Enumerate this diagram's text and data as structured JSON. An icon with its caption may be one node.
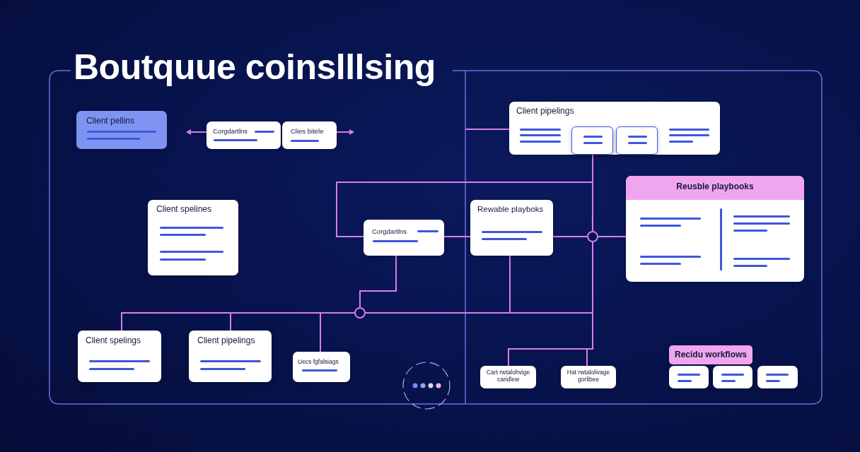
{
  "diagram": {
    "title": "Boutquue coinslllsing",
    "nodes": [
      {
        "text": [
          "Client pellins"
        ]
      },
      {
        "text": [
          "Corgdartlns"
        ]
      },
      {
        "text": [
          "Clies bitele"
        ]
      },
      {
        "text": [
          "Client spelines"
        ]
      },
      {
        "text": [
          "Corgdartlns"
        ]
      },
      {
        "text": [
          "Client spelings"
        ]
      },
      {
        "text": [
          "Client pipelings"
        ]
      },
      {
        "text": [
          "Uecs fgfalsiags"
        ]
      },
      {
        "text": [
          "Client pipelings"
        ]
      },
      {
        "text": [],
        "shape": "box",
        "in": 8
      },
      {
        "text": [],
        "shape": "box",
        "in": 8
      },
      {
        "text": [
          "Rewable playboks"
        ]
      },
      {
        "text": [],
        "shape": "circle"
      },
      {
        "text": [
          "Reusble playbooks"
        ]
      },
      {
        "text": [],
        "shape": "circle"
      },
      {
        "text": [
          "Cart rwtalohvige caridlew"
        ]
      },
      {
        "text": [
          "Hat rwtalolivage gorlibee"
        ]
      },
      {
        "text": [
          "Recidu workflows"
        ]
      },
      {
        "text": [],
        "shape": "box"
      },
      {
        "text": [],
        "shape": "box"
      },
      {
        "text": [],
        "shape": "box"
      }
    ],
    "edges": [
      {
        "from": 1,
        "to": null,
        "arrow": "to"
      },
      {
        "from": 2,
        "to": null,
        "arrow": "to"
      },
      {
        "from": null,
        "to": 8,
        "arrow": "none"
      },
      {
        "from": 9,
        "to": 12,
        "arrow": "none"
      },
      {
        "from": 12,
        "to": 13,
        "arrow": "none"
      },
      {
        "from": 11,
        "to": 12,
        "arrow": "none"
      },
      {
        "from": 4,
        "to": 12,
        "arrow": "none"
      },
      {
        "from": 4,
        "to": 11,
        "arrow": "none"
      },
      {
        "from": 4,
        "to": 14,
        "arrow": "none"
      },
      {
        "from": 14,
        "to": 5,
        "arrow": "none"
      },
      {
        "from": 14,
        "to": 6,
        "arrow": "none"
      },
      {
        "from": 14,
        "to": 7,
        "arrow": "none"
      },
      {
        "from": 14,
        "to": 12,
        "arrow": "none"
      },
      {
        "from": 11,
        "to": 14,
        "arrow": "none"
      },
      {
        "from": 12,
        "to": 15,
        "arrow": "none"
      },
      {
        "from": 12,
        "to": 16,
        "arrow": "none"
      }
    ]
  }
}
